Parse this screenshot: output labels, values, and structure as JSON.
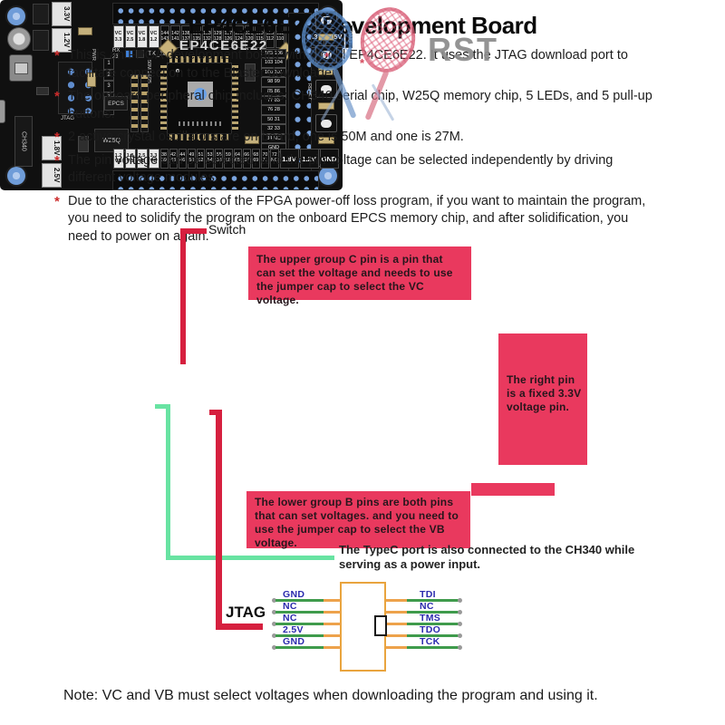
{
  "title": "EP4CE6E22 Development Board",
  "watermark": {
    "text": "RST"
  },
  "misc": {
    "bullet_marker": "*"
  },
  "bullets": [
    "This is an FPGA development board with model EP4CE6E22. It uses the JTAG download port to facilitate connection to the Blaster downloader.",
    "The onboard peripheral chip includes: CH340 serial chip, W25Q memory chip, 5 LEDs, and 5 pull-up buttons.",
    "2 active crystal oscillators are on board, one is 50M and one is 27M.",
    "The pin voltage can be selected, and the pin voltage can be selected independently by driving different voltage modules.",
    "Due to the characteristics of the FPGA power-off loss program, if you want to maintain the program, you need to solidify the program on the onboard EPCS memory chip, and after solidification, you need to power on again."
  ],
  "callouts": {
    "switch": "Switch",
    "upper": "The upper group C pin is a pin that can set the voltage and needs to use the jumper cap to select the VC voltage.",
    "right": "The right pin is a fixed 3.3V voltage pin.",
    "lower": "The lower group B pins are both pins that can set voltages. and you need to use the jumper cap to select the VB voltage.",
    "typec": "The TypeC port is also connected to the CH340 while serving as a power input.",
    "jtag": "JTAG",
    "note": "Note: VC and VB must select voltages when downloading the program and using it."
  },
  "board": {
    "silk_name": "EP4CE6E22",
    "silk_rx": "RX",
    "silk_rx_num": "23",
    "silk_tx": "TX_10",
    "silk_pwr": "PWR",
    "silk_jtag": "JTAG",
    "silk_reset": "RESET",
    "silk_5024": "50M 24/25",
    "chips": {
      "epcs": "EPCS",
      "w25q": "W25Q",
      "ch340": "CH340"
    },
    "regs": [
      "3.3V",
      "1.2V",
      "1.8V",
      "2.5V"
    ],
    "top_vc": [
      {
        "a": "VC",
        "b": "3.3"
      },
      {
        "a": "VC",
        "b": "2.5"
      },
      {
        "a": "VC",
        "b": "1.8"
      },
      {
        "a": "VC",
        "b": "1.2"
      }
    ],
    "top_nums": [
      {
        "a": "144",
        "b": "143"
      },
      {
        "a": "142",
        "b": "141"
      },
      {
        "a": "138",
        "b": "137"
      },
      {
        "a": "136",
        "b": "135"
      },
      {
        "a": "133",
        "b": "132"
      },
      {
        "a": "129",
        "b": "128"
      },
      {
        "a": "127",
        "b": "126"
      },
      {
        "a": "125",
        "b": "124"
      },
      {
        "a": "121",
        "b": "120"
      },
      {
        "a": "119",
        "b": "115"
      },
      {
        "a": "113",
        "b": "112"
      },
      {
        "a": "111",
        "b": "110"
      }
    ],
    "top_pwr": [
      "5V",
      "3.3V",
      "2.5V"
    ],
    "top_gnd": "GND",
    "hdr_nums": [
      "1",
      "2",
      "3",
      "7",
      "11"
    ],
    "right_pins": [
      "105 106",
      "103 104",
      "100 101",
      "98 99",
      "85 86",
      "77 83",
      "76 28",
      "50 31",
      "32 33",
      "34 NC",
      "GND"
    ],
    "bot_vb": [
      {
        "a": "1.2",
        "b": "VB"
      },
      {
        "a": "1.8",
        "b": "VB"
      },
      {
        "a": "2.5",
        "b": "VB"
      },
      {
        "a": "3.3",
        "b": "VB"
      }
    ],
    "bot_nums": [
      {
        "a": "38",
        "b": "39"
      },
      {
        "a": "42",
        "b": "43"
      },
      {
        "a": "44",
        "b": "46"
      },
      {
        "a": "49",
        "b": "50"
      },
      {
        "a": "51",
        "b": "52"
      },
      {
        "a": "53",
        "b": "54"
      },
      {
        "a": "55",
        "b": "58"
      },
      {
        "a": "59",
        "b": "60"
      },
      {
        "a": "64",
        "b": "65"
      },
      {
        "a": "66",
        "b": "67"
      },
      {
        "a": "68",
        "b": "69"
      },
      {
        "a": "70",
        "b": "71"
      },
      {
        "a": "72",
        "b": "NC"
      }
    ],
    "bot_pwr": [
      "1.8V",
      "1.2V",
      "GND"
    ]
  },
  "jtag_diagram": {
    "left": [
      "GND",
      "NC",
      "NC",
      "2.5V",
      "GND"
    ],
    "right": [
      "TDI",
      "NC",
      "TMS",
      "TDO",
      "TCK"
    ]
  },
  "colors": {
    "callout_bg": "#e9395e",
    "line_red": "#d6203f",
    "line_green": "#68e3a2",
    "wire_green": "#3f9b4c",
    "wire_orange": "#eda24b",
    "box_orange": "#e9a43e",
    "pin_label_blue": "#2a2aad",
    "hole_blue": "#7aa4de",
    "star_red": "#cc2b2b"
  }
}
